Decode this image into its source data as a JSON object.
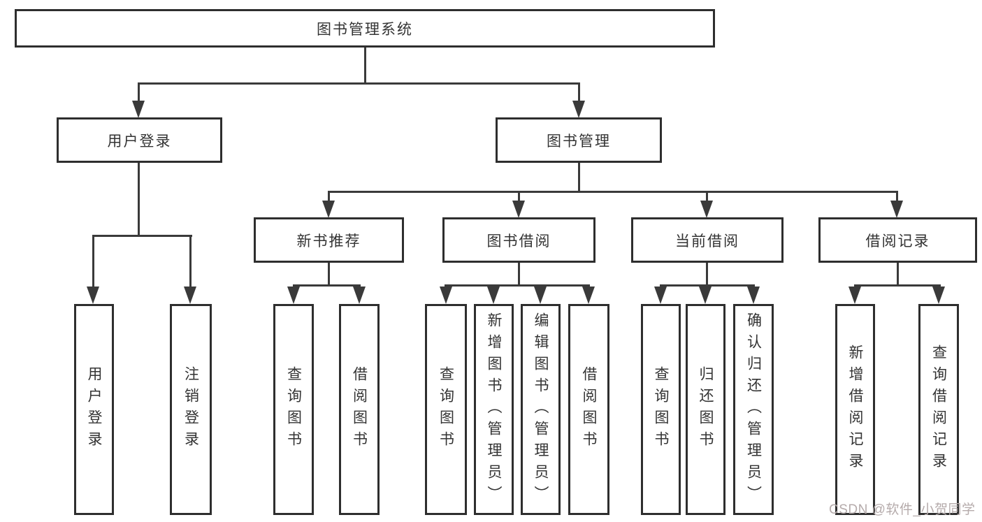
{
  "nodes": {
    "root": {
      "label": "图书管理系统"
    },
    "branches": [
      {
        "label": "用户登录",
        "children": [
          {
            "label": "用户登录"
          },
          {
            "label": "注销登录"
          }
        ]
      },
      {
        "label": "图书管理",
        "children": [
          {
            "label": "新书推荐",
            "children": [
              {
                "label": "查询图书"
              },
              {
                "label": "借阅图书"
              }
            ]
          },
          {
            "label": "图书借阅",
            "children": [
              {
                "label": "查询图书"
              },
              {
                "label": "新增图书（管理员）"
              },
              {
                "label": "编辑图书（管理员）"
              },
              {
                "label": "借阅图书"
              }
            ]
          },
          {
            "label": "当前借阅",
            "children": [
              {
                "label": "查询图书"
              },
              {
                "label": "归还图书"
              },
              {
                "label": "确认归还（管理员）"
              }
            ]
          },
          {
            "label": "借阅记录",
            "children": [
              {
                "label": "新增借阅记录"
              },
              {
                "label": "查询借阅记录"
              }
            ]
          }
        ]
      }
    ]
  },
  "watermark": {
    "text": "CSDN @软件_小贺同学"
  },
  "colors": {
    "line": "#3a3a3a",
    "box_border": "#2e2e2e",
    "text": "#333333",
    "background": "#ffffff",
    "watermark": "#b5abab"
  }
}
